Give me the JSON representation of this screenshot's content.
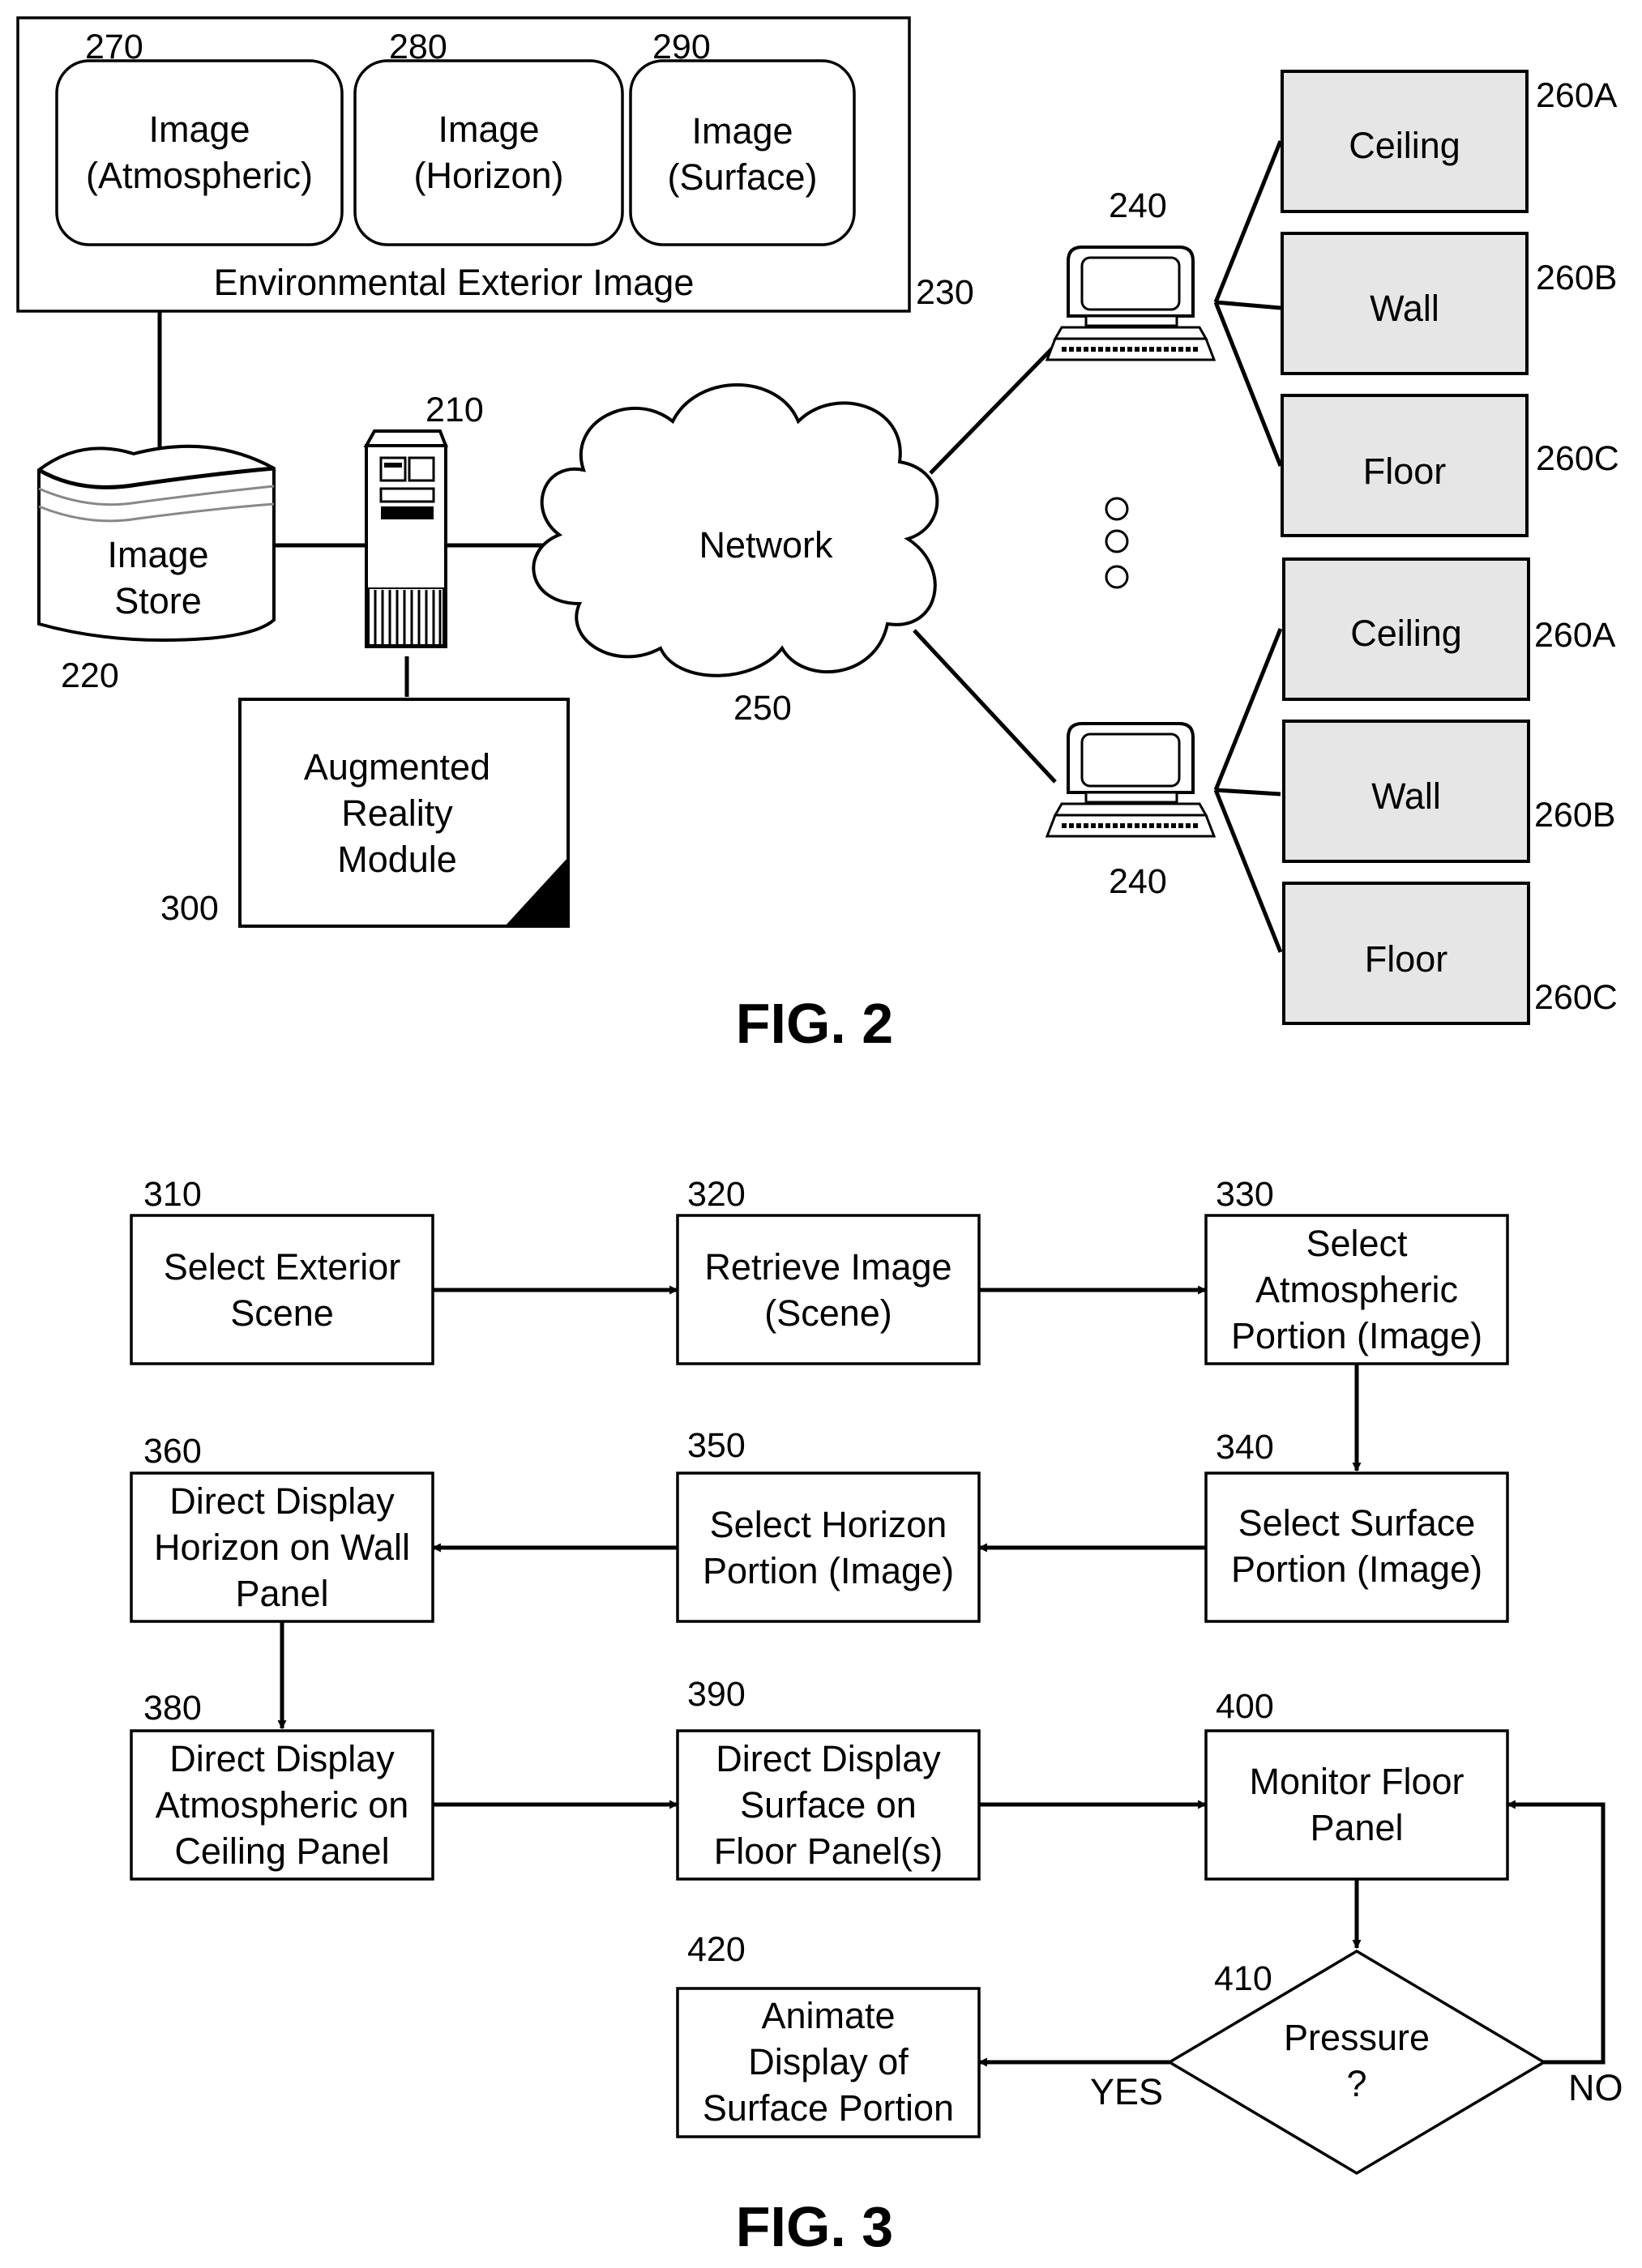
{
  "fig2": {
    "caption": "FIG. 2",
    "exterior_image": {
      "label": "Environmental Exterior Image",
      "ref": "230",
      "sub_images": [
        {
          "ref": "270",
          "line1": "Image",
          "line2": "(Atmospheric)"
        },
        {
          "ref": "280",
          "line1": "Image",
          "line2": "(Horizon)"
        },
        {
          "ref": "290",
          "line1": "Image",
          "line2": "(Surface)"
        }
      ]
    },
    "image_store": {
      "line1": "Image",
      "line2": "Store",
      "ref": "220"
    },
    "server": {
      "ref": "210"
    },
    "ar_module": {
      "line1": "Augmented",
      "line2": "Reality",
      "line3": "Module",
      "ref": "300"
    },
    "network": {
      "label": "Network",
      "ref": "250"
    },
    "clients": [
      {
        "ref": "240",
        "panels": [
          {
            "label": "Ceiling",
            "ref": "260A"
          },
          {
            "label": "Wall",
            "ref": "260B"
          },
          {
            "label": "Floor",
            "ref": "260C"
          }
        ]
      },
      {
        "ref": "240",
        "panels": [
          {
            "label": "Ceiling",
            "ref": "260A"
          },
          {
            "label": "Wall",
            "ref": "260B"
          },
          {
            "label": "Floor",
            "ref": "260C"
          }
        ]
      }
    ]
  },
  "fig3": {
    "caption": "FIG. 3",
    "steps": {
      "s310": {
        "ref": "310",
        "line1": "Select Exterior",
        "line2": "Scene"
      },
      "s320": {
        "ref": "320",
        "line1": "Retrieve Image",
        "line2": "(Scene)"
      },
      "s330": {
        "ref": "330",
        "line1": "Select",
        "line2": "Atmospheric",
        "line3": "Portion (Image)"
      },
      "s340": {
        "ref": "340",
        "line1": "Select Surface",
        "line2": "Portion (Image)"
      },
      "s350": {
        "ref": "350",
        "line1": "Select Horizon",
        "line2": "Portion (Image)"
      },
      "s360": {
        "ref": "360",
        "line1": "Direct Display",
        "line2": "Horizon on Wall",
        "line3": "Panel"
      },
      "s380": {
        "ref": "380",
        "line1": "Direct Display",
        "line2": "Atmospheric on",
        "line3": "Ceiling Panel"
      },
      "s390": {
        "ref": "390",
        "line1": "Direct Display",
        "line2": "Surface on",
        "line3": "Floor Panel(s)"
      },
      "s400": {
        "ref": "400",
        "line1": "Monitor Floor",
        "line2": "Panel"
      },
      "s410": {
        "ref": "410",
        "line1": "Pressure",
        "line2": "?"
      },
      "s420": {
        "ref": "420",
        "line1": "Animate",
        "line2": "Display of",
        "line3": "Surface Portion"
      }
    },
    "yes_label": "YES",
    "no_label": "NO"
  }
}
